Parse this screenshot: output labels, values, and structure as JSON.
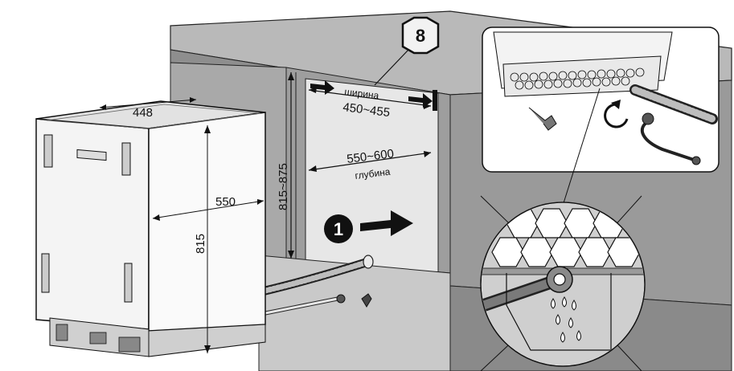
{
  "labels": {
    "cabinet_width_word": "ширина",
    "cabinet_width_value": "450~455",
    "cabinet_depth_value": "550~600",
    "cabinet_depth_word": "глубина",
    "cabinet_height_value": "815~875",
    "machine_width_value": "448",
    "machine_depth_value": "550",
    "machine_height_value": "815"
  },
  "steps": {
    "insert_step": "1",
    "fix_step": "8"
  }
}
